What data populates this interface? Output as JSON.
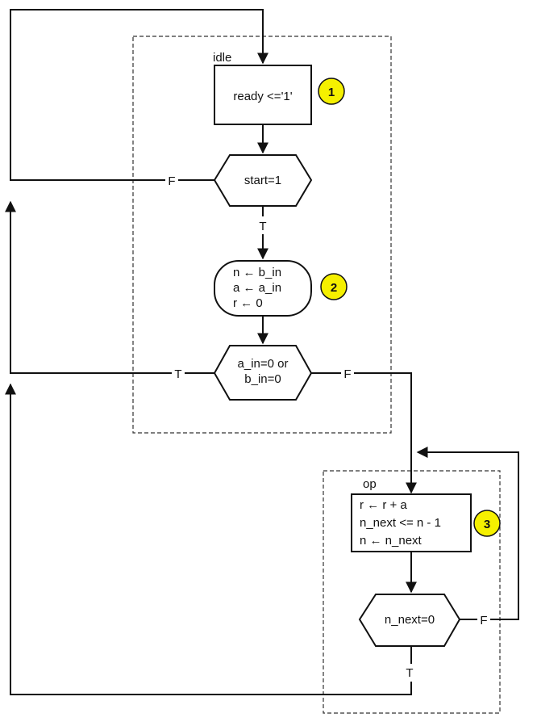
{
  "states": {
    "idle": {
      "name": "idle"
    },
    "op": {
      "name": "op"
    }
  },
  "blocks": {
    "ready": "ready <='1'",
    "start_cond": "start=1",
    "init_lines": [
      "n ← b_in",
      "a ← a_in",
      "r ← 0"
    ],
    "zero_cond_lines": [
      "a_in=0 or",
      "b_in=0"
    ],
    "op_lines": [
      "r ← r + a",
      "n_next <=  n - 1",
      "n ← n_next"
    ],
    "loop_cond": "n_next=0"
  },
  "branch_labels": {
    "true": "T",
    "false": "F"
  },
  "badges": [
    "1",
    "2",
    "3"
  ],
  "colors": {
    "badge_fill": "#f5f000",
    "line": "#111111"
  }
}
